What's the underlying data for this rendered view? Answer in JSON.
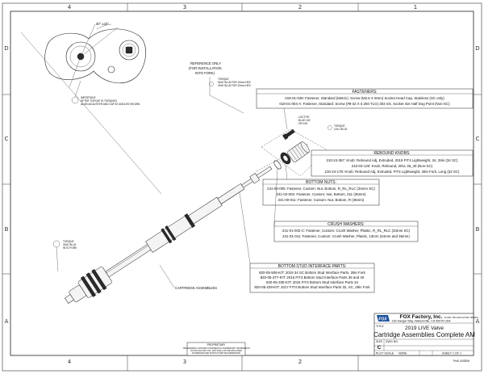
{
  "zones": {
    "columns": [
      "4",
      "3",
      "2",
      "1"
    ],
    "rows": [
      "D",
      "C",
      "B",
      "A"
    ]
  },
  "top_view": {
    "angle_dim": "30° ±10°"
  },
  "notes": {
    "important": [
      "IMPORTANT:",
      "AFTER TOPCAP IS TORQUED",
      "ALIGN ADJUSTER AND CAP AT ANGLES SHOWN"
    ],
    "reference": [
      "REFERENCE ONLY",
      "(FOR INSTALLATION",
      "INTO FORK)"
    ],
    "torque_topcap": [
      "TORQUE",
      "50±5 IN-LB FOR 10mm HEX",
      "30±5 IN-LB FOR 10mm HEX"
    ],
    "loctite": [
      "LOCTITE",
      "BLUE 242",
      "OR 243"
    ],
    "torque_screw": [
      "TORQUE",
      "10±1 IN-LB"
    ],
    "torque_bottom": [
      "TORQUE",
      "30±5 IN-LB",
      "INTO FORK"
    ],
    "cartridge_label": "CARTRIDGE ASSEMBLIES",
    "proprietary": [
      "PROPRIETARY",
      "THIS DRAWING CONTAINS CONFIDENTIAL PROPRIETARY INFORMATION",
      "OF FOX FACTORY INC. AND SHALL NOT BE DISCLOSED",
      "OR REPRODUCED WITHOUT WRITTEN PERMISSION"
    ]
  },
  "callouts": {
    "fasteners": {
      "title": "FASTENERS:",
      "lines": [
        "019-01-048: Fastener, Standard (Metric): Screw (M2.5 X 8mm) Socket Head Cap, Stainless (SC only)",
        "018-01-004-A: Fastener, Standard: Screw (#8-32 X 0.250 TLG) 303 SS, Socket Set Half Dog Point (Non-SC)"
      ]
    },
    "rebound_knobs": {
      "title": "REBOUND KNOBS:",
      "lines": [
        "210-24-367: Knob: Rebound Adj, Extruded, 2019 FIT4 Lightweight, 34, 29in (34 SC)",
        "210-03-120: Knob, Rebound, 2011 36_40 (Non-SC)",
        "210-24-178: Knob: Rebound Adj, Extruded, FIT4 Lightweight, 29in Fork, Long (32 SC)"
      ]
    },
    "bottom_nuts": {
      "title": "BOTTOM NUTS:",
      "lines": [
        "241-00-005: Fastener, Custom: Nut, Bottom, R_RL_RLC (34mm SC)",
        "241-02-002: Fastener, Custom: Nut, Bottom, 011 (36mm)",
        "241-00-011: Fastener, Custom: Nut, Bottom, R (36mm)"
      ]
    },
    "crush_washers": {
      "title": "CRUSH WASHERS:",
      "lines": [
        "241-01-002-C: Fastener, Custom: Crush Washer, Plastic, R_RL_RLC (34mm SC)",
        "241-01-011: Fastener, Custom: Crush Washer, Plastic, 13mm (34mm and 36mm)"
      ]
    },
    "bottom_stud": {
      "title": "BOTTOM STUD INTERFACE PARTS:",
      "lines": [
        "820-05-506-KIT: 2019 34 SC Bottom Stud Interface Parts, 29in Fork",
        "820-05-377-KIT: 2016 FIT4 Bottom Stud Interface Parts 36 and 40",
        "820-05-335-KIT: 2016 FIT4 Bottom Stud Interface Parts 34",
        "820-05-228-KIT: 2017 FIT4 Bottom Stud Interface Parts 32, SC, 29in Fork"
      ]
    }
  },
  "title_block": {
    "company": "FOX Factory, Inc.",
    "address": "130 Hangar Way, Watsonville, CA 95076 USA",
    "phone": "PH 831 768 1100  FAX 831 768 9312",
    "title_label": "TITLE",
    "title_line1": "2019 LIVE Valve",
    "title_line2": "Cartridge Assemblies Complete AM",
    "size_label": "SIZE",
    "size": "C",
    "dwg_label": "DWG NO.",
    "plot_scale_label": "PLOT SCALE",
    "plot_scale": "NONE",
    "sheet": "SHEET 1 OF 1",
    "proe": "ProE ASSEM"
  }
}
